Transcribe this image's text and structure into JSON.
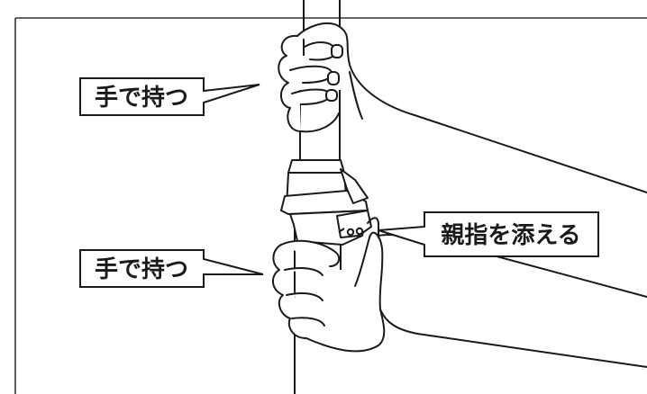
{
  "callouts": {
    "upper_hand": "手で持つ",
    "lower_hand": "手で持つ",
    "thumb": "親指を添える"
  },
  "colors": {
    "line": "#1a1a1a",
    "background": "#ffffff",
    "frame": "#333333"
  }
}
